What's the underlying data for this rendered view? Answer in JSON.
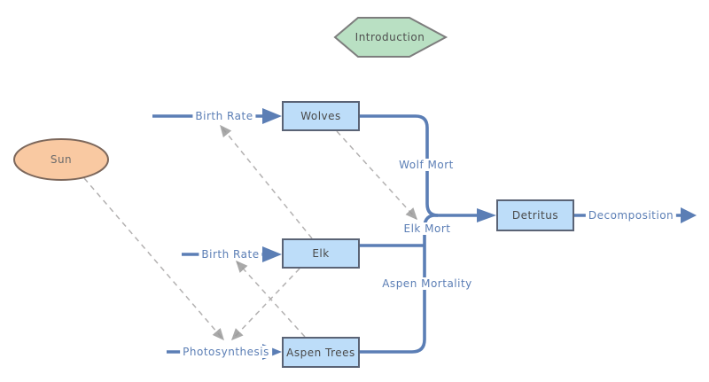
{
  "diagram": {
    "title_node": {
      "label": "Introduction",
      "shape": "hexagon"
    },
    "nodes": {
      "sun": "Sun",
      "wolves": "Wolves",
      "elk": "Elk",
      "aspen": "Aspen Trees",
      "detritus": "Detritus"
    },
    "flows": {
      "wolves_birth_rate": "Birth Rate",
      "elk_birth_rate": "Birth Rate",
      "photosynthesis": "Photosynthesis",
      "wolf_mort": "Wolf Mort",
      "elk_mort": "Elk Mort",
      "aspen_mortality": "Aspen Mortality",
      "decomposition": "Decomposition"
    },
    "links": [
      {
        "from": "Sun",
        "to": "Photosynthesis"
      },
      {
        "from": "Wolves",
        "to": "Elk Mort"
      },
      {
        "from": "Elk",
        "to": "Wolves Birth Rate"
      },
      {
        "from": "Aspen Trees",
        "to": "Elk Birth Rate"
      },
      {
        "from": "Elk",
        "to": "Photosynthesis"
      }
    ],
    "colors": {
      "flow_blue": "#5b7eb5",
      "stock_fill": "#bdddf9",
      "stock_border": "#5a6375",
      "hexagon_fill": "#b9e0c3",
      "hexagon_border": "#7d7d7d",
      "sun_fill": "#f9c9a2",
      "sun_border": "#7c675b",
      "link_dash_gray": "#b3b1b1",
      "flow_label_text": "#5b7eb5",
      "node_text": "#4a4a4a",
      "background": "#ffffff"
    }
  }
}
